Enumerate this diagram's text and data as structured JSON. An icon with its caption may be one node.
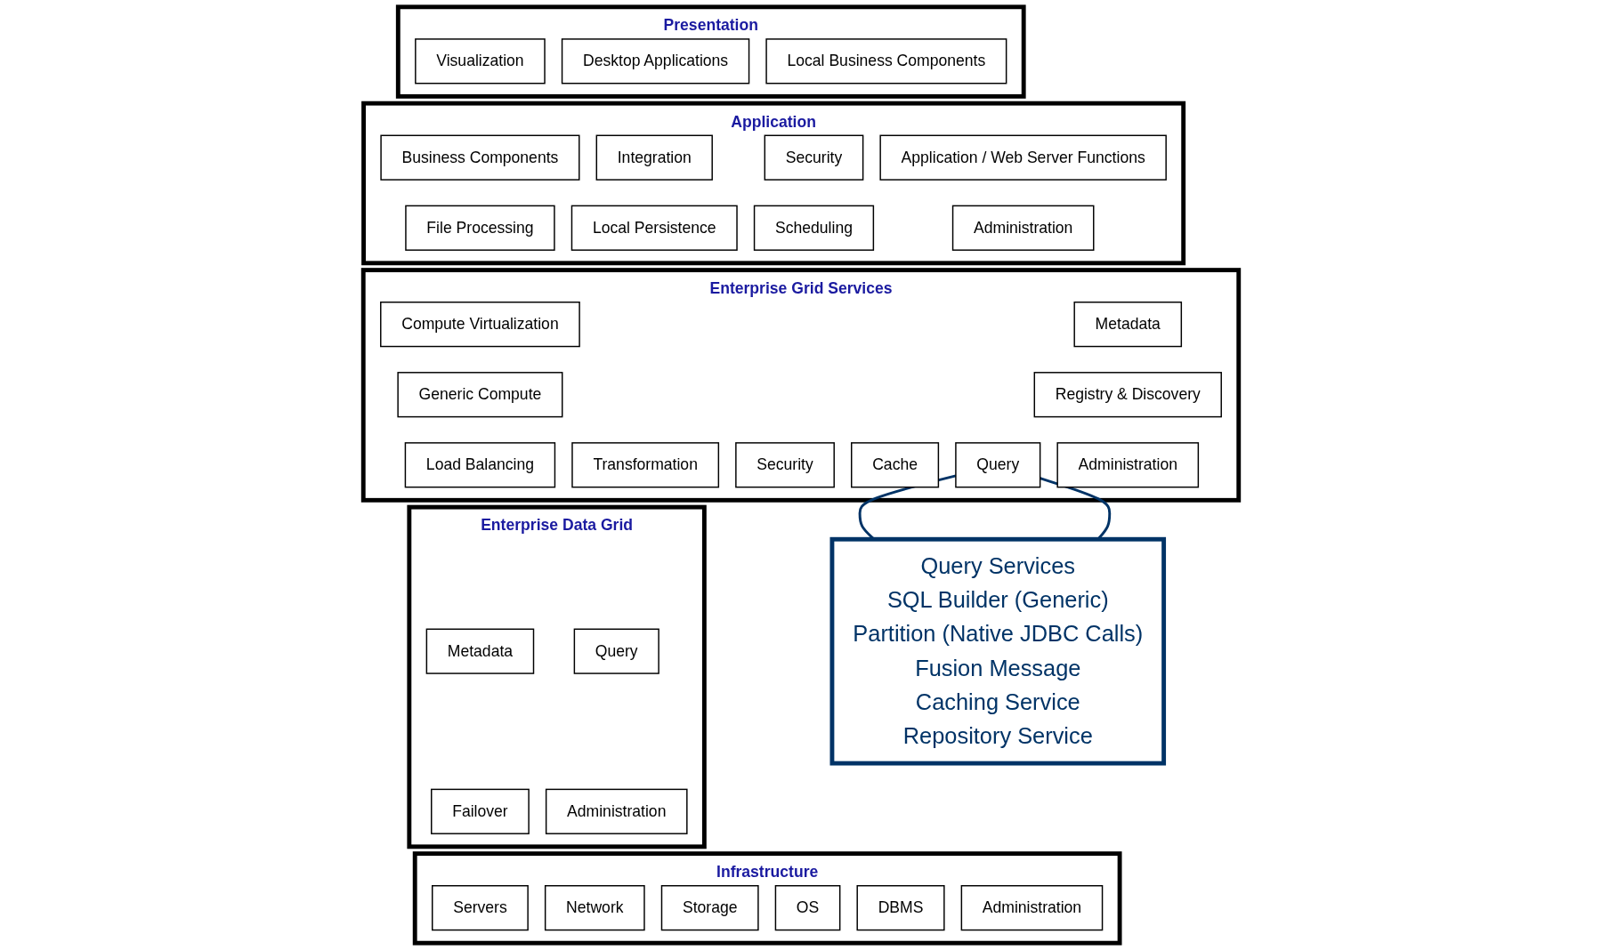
{
  "diagram": {
    "nodes": [
      {
        "text": [
          "Presentation"
        ]
      },
      {
        "text": [
          "Visualization"
        ],
        "in": 0
      },
      {
        "text": [
          "Desktop Applications"
        ],
        "in": 0
      },
      {
        "text": [
          "Local Business Components"
        ],
        "in": 0
      },
      {
        "text": [
          "Application"
        ]
      },
      {
        "text": [
          "Business Components"
        ],
        "in": 4
      },
      {
        "text": [
          "Integration"
        ],
        "in": 4
      },
      {
        "text": [
          "Security"
        ],
        "in": 4
      },
      {
        "text": [
          "Application / Web Server Functions"
        ],
        "in": 4
      },
      {
        "text": [
          "File Processing"
        ],
        "in": 4
      },
      {
        "text": [
          "Local Persistence"
        ],
        "in": 4
      },
      {
        "text": [
          "Scheduling"
        ],
        "in": 4
      },
      {
        "text": [
          "Administration"
        ],
        "in": 4
      },
      {
        "text": [
          "Enterprise Grid Services"
        ]
      },
      {
        "text": [
          "Compute Virtualization"
        ],
        "in": 13
      },
      {
        "text": [
          "Metadata"
        ],
        "in": 13
      },
      {
        "text": [
          "Query"
        ],
        "in": 13
      },
      {
        "text": [
          "Transformation"
        ],
        "in": 13
      },
      {
        "text": [
          "Security"
        ],
        "in": 13
      },
      {
        "text": [
          "Cache"
        ],
        "in": 13
      },
      {
        "text": [
          "Generic Compute"
        ],
        "in": 13
      },
      {
        "text": [
          "Registry & Discovery"
        ],
        "in": 13
      },
      {
        "text": [
          "Load Balancing"
        ],
        "in": 13
      },
      {
        "text": [
          "Administration"
        ],
        "in": 13
      },
      {
        "text": [
          "Enterprise Data Grid"
        ]
      },
      {
        "text": [
          "Metadata"
        ],
        "in": 24
      },
      {
        "text": [
          "Query"
        ],
        "in": 24
      },
      {
        "text": [
          "Failover"
        ],
        "in": 24
      },
      {
        "text": [
          "Administration"
        ],
        "in": 24
      },
      {
        "text": [
          "Infrastructure"
        ]
      },
      {
        "text": [
          "Servers"
        ],
        "in": 29
      },
      {
        "text": [
          "Network"
        ],
        "in": 29
      },
      {
        "text": [
          "Storage"
        ],
        "in": 29
      },
      {
        "text": [
          "OS"
        ],
        "in": 29
      },
      {
        "text": [
          "DBMS"
        ],
        "in": 29
      },
      {
        "text": [
          "Administration"
        ],
        "in": 29
      },
      {
        "text": [
          "Query Services",
          "SQL Builder (Generic)",
          "Partition (Native JDBC Calls)",
          "Fusion Message",
          "Caching Service",
          "Repository Service"
        ]
      }
    ],
    "edges": [
      {
        "from": 16,
        "to": 36,
        "arrow": "none"
      },
      {
        "from": 16,
        "to": 36,
        "arrow": "none"
      }
    ]
  }
}
